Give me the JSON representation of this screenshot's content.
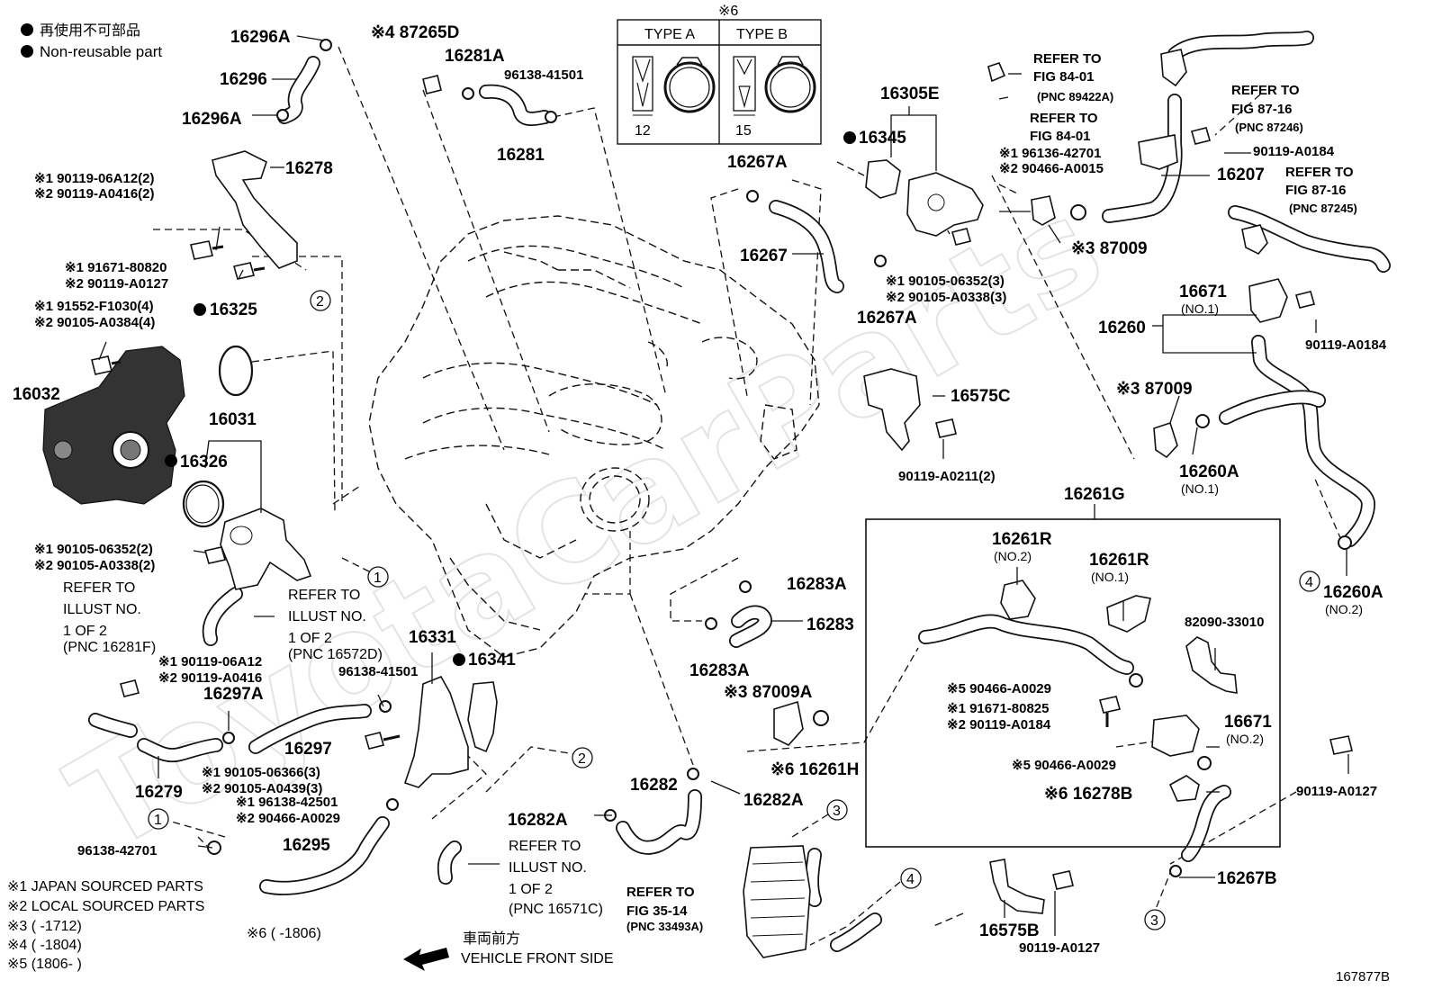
{
  "legend": {
    "line1": "再使用不可部品",
    "line2": "Non-reusable part"
  },
  "type_box": {
    "title": "※6",
    "type_a": "TYPE A",
    "type_b": "TYPE B",
    "dim_a": "12",
    "dim_b": "15"
  },
  "watermark": "ToyotaCarParts",
  "figure_id": "167877B",
  "front_arrow": {
    "jp": "車両前方",
    "en": "VEHICLE FRONT SIDE"
  },
  "footnotes": [
    "※1 JAPAN SOURCED PARTS",
    "※2 LOCAL SOURCED PARTS",
    "※3 (      -1712)",
    "※4 (      -1804)",
    "※5 (1806-      )",
    "※6 (      -1806)"
  ],
  "callouts": {
    "p16296A": "16296A",
    "p16296": "16296",
    "p16296A_2": "16296A",
    "p16278": "16278",
    "p87265D": "※4 87265D",
    "p16281A": "16281A",
    "p96138_41501_top": "96138-41501",
    "p16281": "16281",
    "bolt_a1": "※1 90119-06A12(2)",
    "bolt_a2": "※2 90119-A0416(2)",
    "bolt_b1": "※1 91671-80820",
    "bolt_b2": "※2 90119-A0127",
    "bolt_c1": "※1 91552-F1030(4)",
    "bolt_c2": "※2 90105-A0384(4)",
    "p16325": "16325",
    "p16032": "16032",
    "p16031": "16031",
    "p16326": "16326",
    "bolt_d1": "※1 90105-06352(2)",
    "bolt_d2": "※2 90105-A0338(2)",
    "refer1_a": "REFER TO",
    "refer1_b": "ILLUST NO.",
    "refer1_c": "1 OF 2",
    "refer1_d": "(PNC 16281F)",
    "refer2_a": "REFER TO",
    "refer2_b": "ILLUST NO.",
    "refer2_c": "1 OF 2",
    "refer2_d": "(PNC 16572D)",
    "bolt_e1": "※1 90119-06A12",
    "bolt_e2": "※2 90119-A0416",
    "p16297A": "16297A",
    "p16297": "16297",
    "p16279": "16279",
    "p16331": "16331",
    "p16341": "16341",
    "p96138_41501_mid": "96138-41501",
    "bolt_f1": "※1 90105-06366(3)",
    "bolt_f2": "※2 90105-A0439(3)",
    "bolt_g1": "※1 96138-42501",
    "bolt_g2": "※2 90466-A0029",
    "p16295": "16295",
    "p96138_42701_bot": "96138-42701",
    "p16282": "16282",
    "p16282A": "16282A",
    "p16282A_2": "16282A",
    "refer3_a": "REFER TO",
    "refer3_b": "ILLUST NO.",
    "refer3_c": "1 OF 2",
    "refer3_d": "(PNC 16571C)",
    "refer4_a": "REFER TO",
    "refer4_b": "FIG 35-14",
    "refer4_c": "(PNC 33493A)",
    "p16283A": "16283A",
    "p16283": "16283",
    "p16283A_2": "16283A",
    "p87009A": "※3 87009A",
    "p16261H": "※6 16261H",
    "p16267A": "16267A",
    "p16267": "16267",
    "p16267A_2": "16267A",
    "p16305E": "16305E",
    "p16345": "16345",
    "bolt_h1": "※1 90105-06352(3)",
    "bolt_h2": "※2 90105-A0338(3)",
    "p16575C": "16575C",
    "p90119_A0211": "90119-A0211(2)",
    "refer5_a": "REFER TO",
    "refer5_b": "FIG 84-01",
    "refer5_c": "(PNC 89422A)",
    "refer6_a": "REFER TO",
    "refer6_b": "FIG 84-01",
    "bolt_i1": "※1 96136-42701",
    "bolt_i2": "※2 90466-A0015",
    "p87009_top": "※3 87009",
    "p16207": "16207",
    "refer7_a": "REFER TO",
    "refer7_b": "FIG 87-16",
    "refer7_c": "(PNC 87246)",
    "refer8_a": "REFER TO",
    "refer8_b": "FIG 87-16",
    "refer8_c": "(PNC 87245)",
    "p90119_A0184_top": "90119-A0184",
    "p16671": "16671",
    "p16671_sub": "(NO.1)",
    "p16260": "16260",
    "p90119_A0184_mid": "90119-A0184",
    "p87009_mid": "※3 87009",
    "p16260A": "16260A",
    "p16260A_sub": "(NO.1)",
    "p16260A_2": "16260A",
    "p16260A_2_sub": "(NO.2)",
    "p16261G": "16261G",
    "p16261R_1": "16261R",
    "p16261R_1_sub": "(NO.2)",
    "p16261R_2": "16261R",
    "p16261R_2_sub": "(NO.1)",
    "p82090": "82090-33010",
    "bolt_j": "※5 90466-A0029",
    "bolt_k1": "※1 91671-80825",
    "bolt_k2": "※2 90119-A0184",
    "p16671_2": "16671",
    "p16671_2_sub": "(NO.2)",
    "bolt_l": "※5 90466-A0029",
    "p16278B": "※6 16278B",
    "p90119_A0127_r": "90119-A0127",
    "p16267B": "16267B",
    "p16575B": "16575B",
    "p90119_A0127_b": "90119-A0127"
  },
  "circles": [
    "1",
    "1",
    "2",
    "2",
    "3",
    "3",
    "4",
    "4"
  ]
}
